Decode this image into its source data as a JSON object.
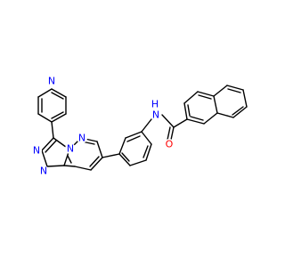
{
  "colors": {
    "background": "#ffffff",
    "bond": "#000000",
    "nitrogen": "#0000ff",
    "oxygen": "#ff0000"
  },
  "labels": {
    "n_pyridine": "N",
    "n_triazole_1": "N",
    "n_triazole_2": "N",
    "n_bridge": "N",
    "n_pyridazine": "N",
    "n_amide": "N",
    "h_amide": "H",
    "o_carbonyl": "O"
  }
}
